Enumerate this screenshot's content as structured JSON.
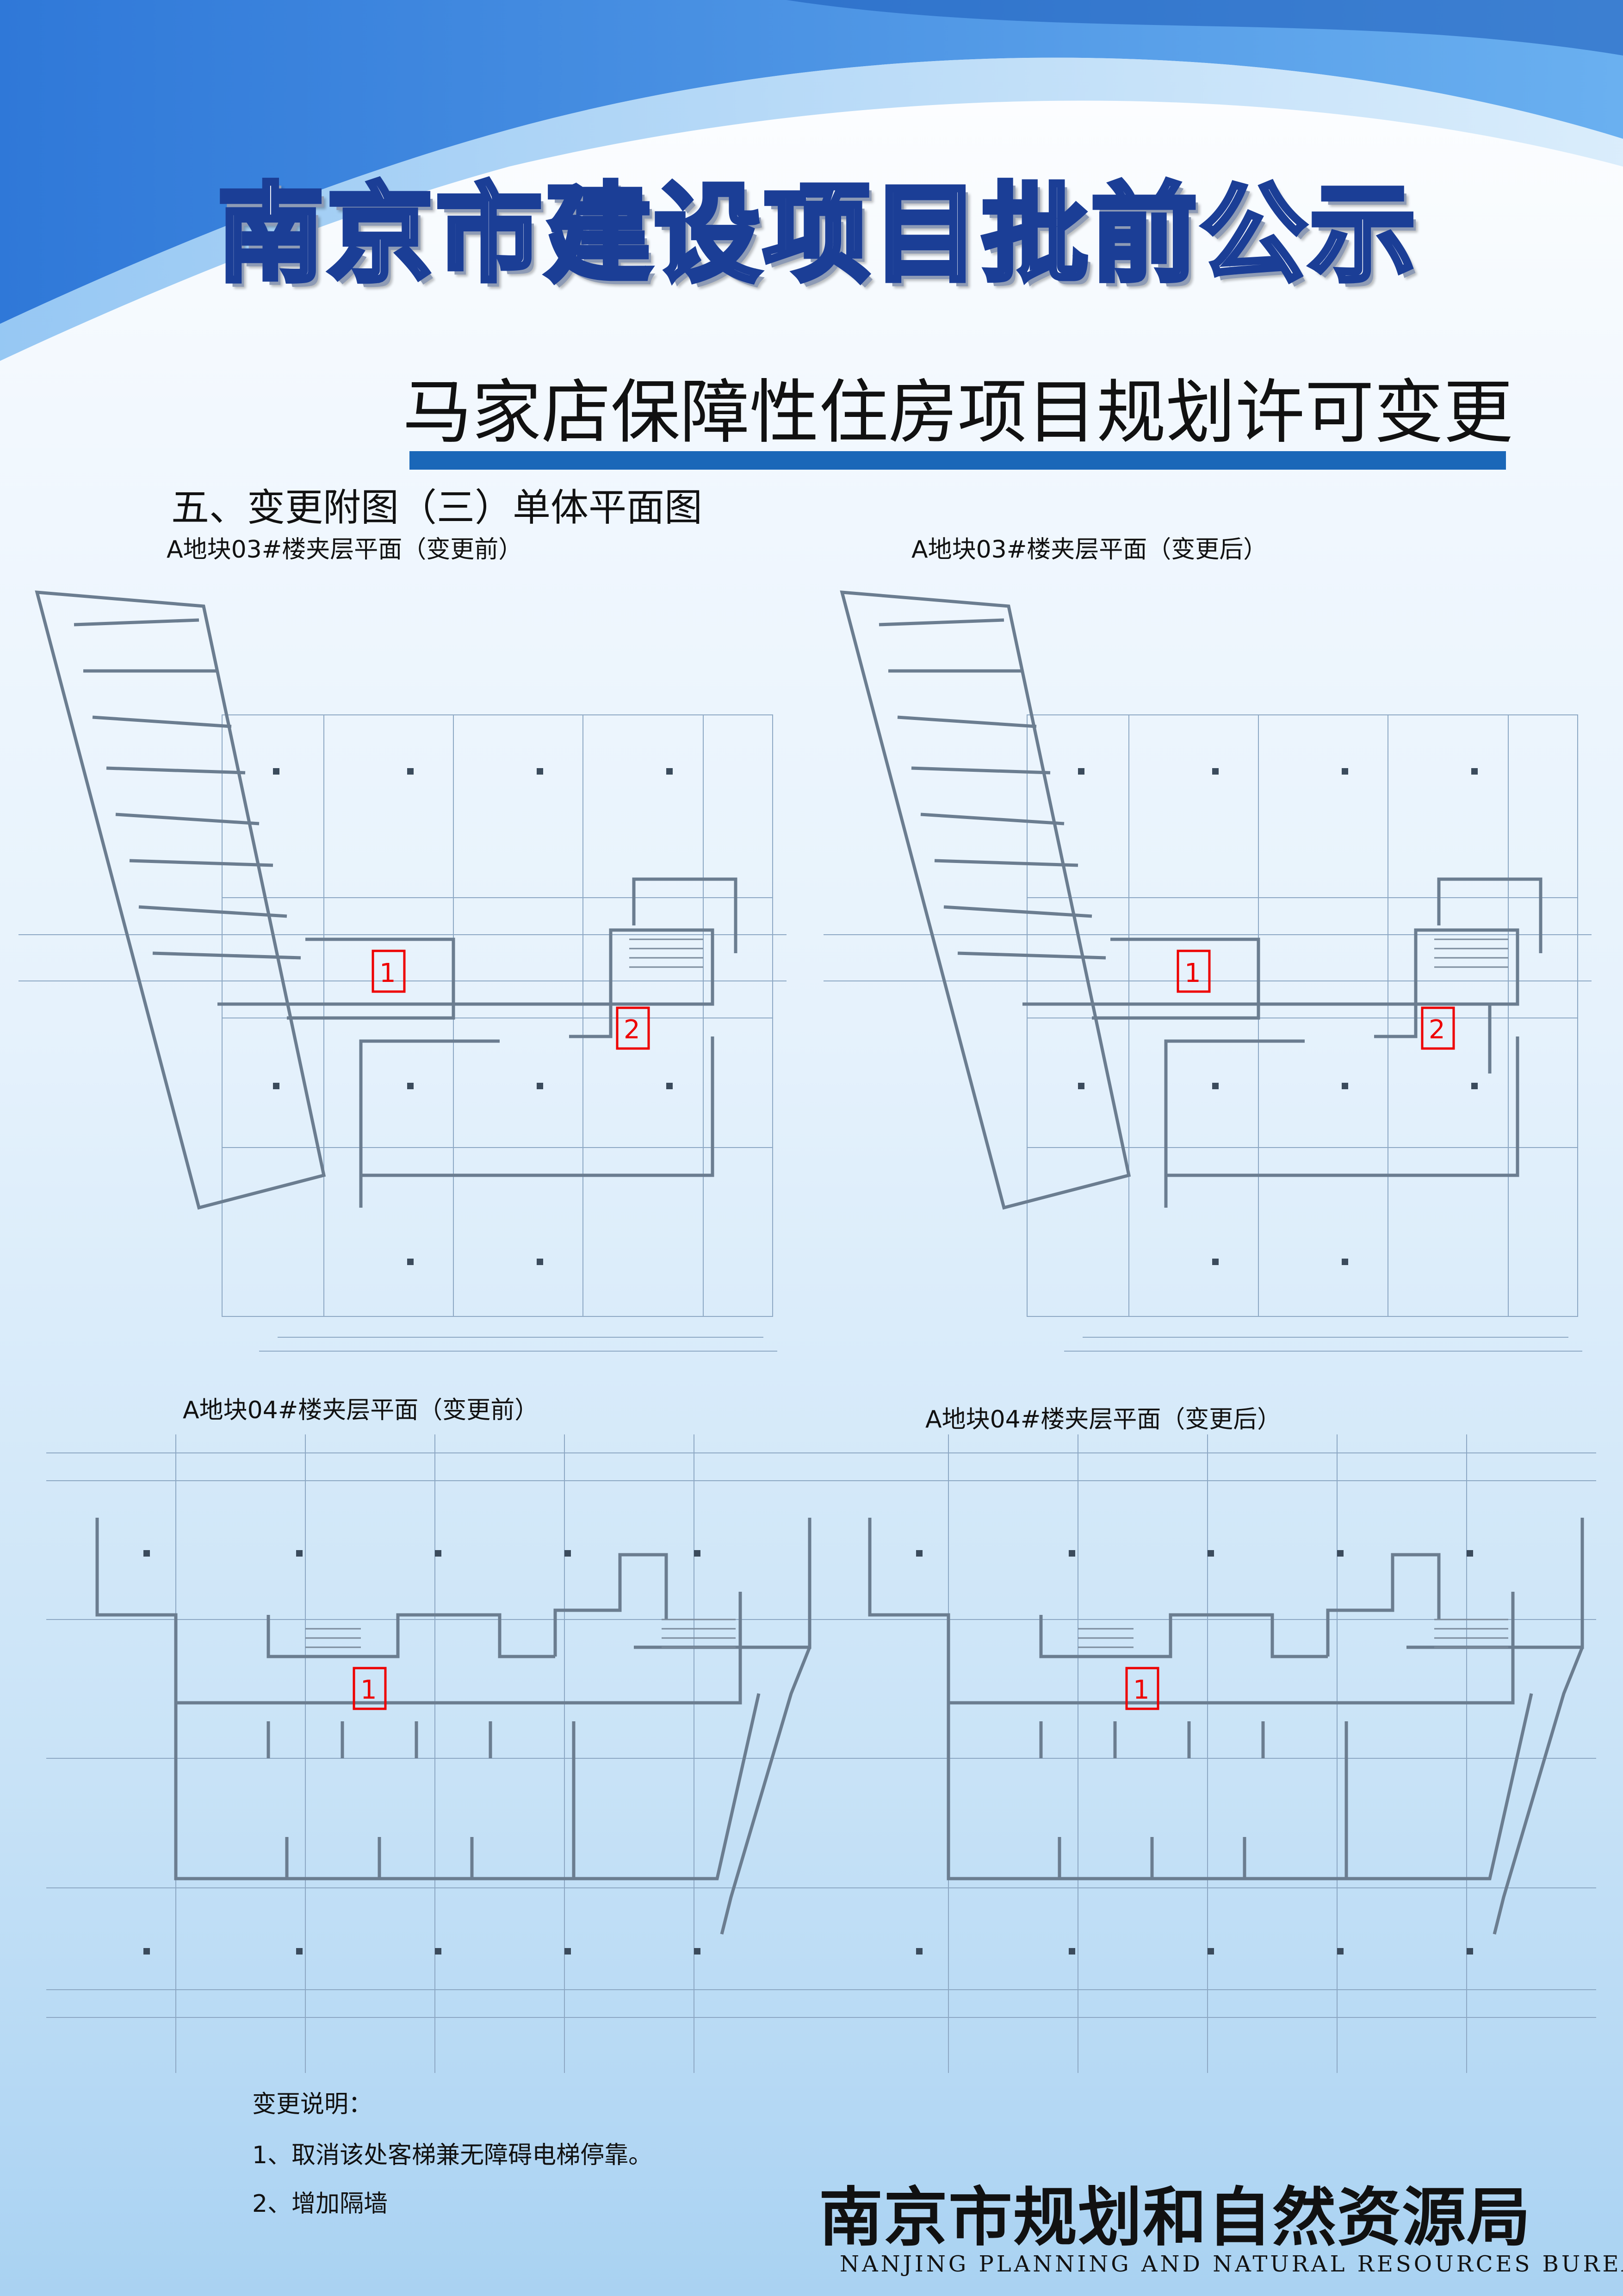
{
  "header": {
    "title": "南京市建设项目批前公示",
    "subtitle": "马家店保障性住房项目规划许可变更"
  },
  "section": {
    "title": "五、变更附图（三）单体平面图"
  },
  "plans": {
    "a03_before": {
      "label": "A地块03#楼夹层平面（变更前）",
      "markers": [
        "1",
        "2"
      ]
    },
    "a03_after": {
      "label": "A地块03#楼夹层平面（变更后）",
      "markers": [
        "1",
        "2"
      ]
    },
    "a04_before": {
      "label": "A地块04#楼夹层平面（变更前）",
      "markers": [
        "1"
      ]
    },
    "a04_after": {
      "label": "A地块04#楼夹层平面（变更后）",
      "markers": [
        "1"
      ]
    }
  },
  "notes": {
    "heading": "变更说明：",
    "items": [
      "1、取消该处客梯兼无障碍电梯停靠。",
      "2、增加隔墙"
    ]
  },
  "footer": {
    "bureau": "南京市规划和自然资源局",
    "bureau_en": "NANJING PLANNING AND NATURAL RESOURCES BUREAU"
  },
  "colors": {
    "brand_blue": "#1a67b8",
    "marker_red": "#e00000",
    "title_stroke": "#1b3e96"
  }
}
